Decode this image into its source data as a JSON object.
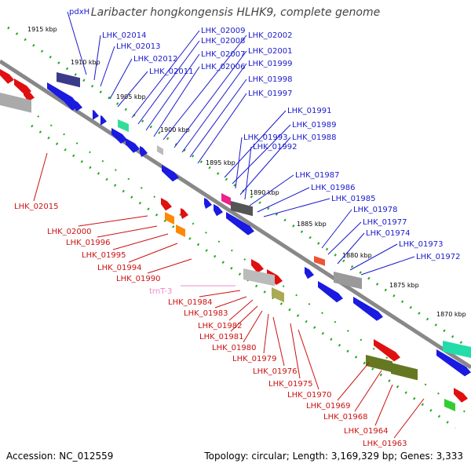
{
  "title": "Laribacter hongkongensis HLHK9, complete genome",
  "footer": {
    "accession": "Accession: NC_012559",
    "summary": "Topology: circular; Length: 3,169,329 bp; Genes: 3,333"
  },
  "colors": {
    "forward_cds": "#1a1ae0",
    "reverse_cds": "#e01010",
    "forward_label": "#1a1acc",
    "reverse_label": "#cc1111",
    "trna_label": "#ee88cc",
    "backbone": "#777777",
    "tick_dots": "#22aa22"
  },
  "scale_labels": [
    "1915 kbp",
    "1910 kbp",
    "1905 kbp",
    "1900 kbp",
    "1895 kbp",
    "1890 kbp",
    "1885 kbp",
    "1880 kbp",
    "1875 kbp",
    "1870 kbp"
  ],
  "forward_labels": [
    "pdxH",
    "LHK_02014",
    "LHK_02013",
    "LHK_02012",
    "LHK_02011",
    "LHK_02009",
    "LHK_02008",
    "LHK_02007",
    "LHK_02006",
    "LHK_02002",
    "LHK_02001",
    "LHK_01999",
    "LHK_01998",
    "LHK_01997",
    "LHK_01991",
    "LHK_01989",
    "LHK_01993",
    "LHK_01988",
    "LHK_01992",
    "LHK_01987",
    "LHK_01986",
    "LHK_01985",
    "LHK_01978",
    "LHK_01977",
    "LHK_01974",
    "LHK_01973",
    "LHK_01972"
  ],
  "reverse_labels": [
    "LHK_02015",
    "LHK_02000",
    "LHK_01996",
    "LHK_01995",
    "LHK_01994",
    "LHK_01990",
    "trnT-3",
    "LHK_01984",
    "LHK_01983",
    "LHK_01982",
    "LHK_01981",
    "LHK_01980",
    "LHK_01979",
    "LHK_01976",
    "LHK_01975",
    "LHK_01970",
    "LHK_01969",
    "LHK_01968",
    "LHK_01964",
    "LHK_01963"
  ]
}
